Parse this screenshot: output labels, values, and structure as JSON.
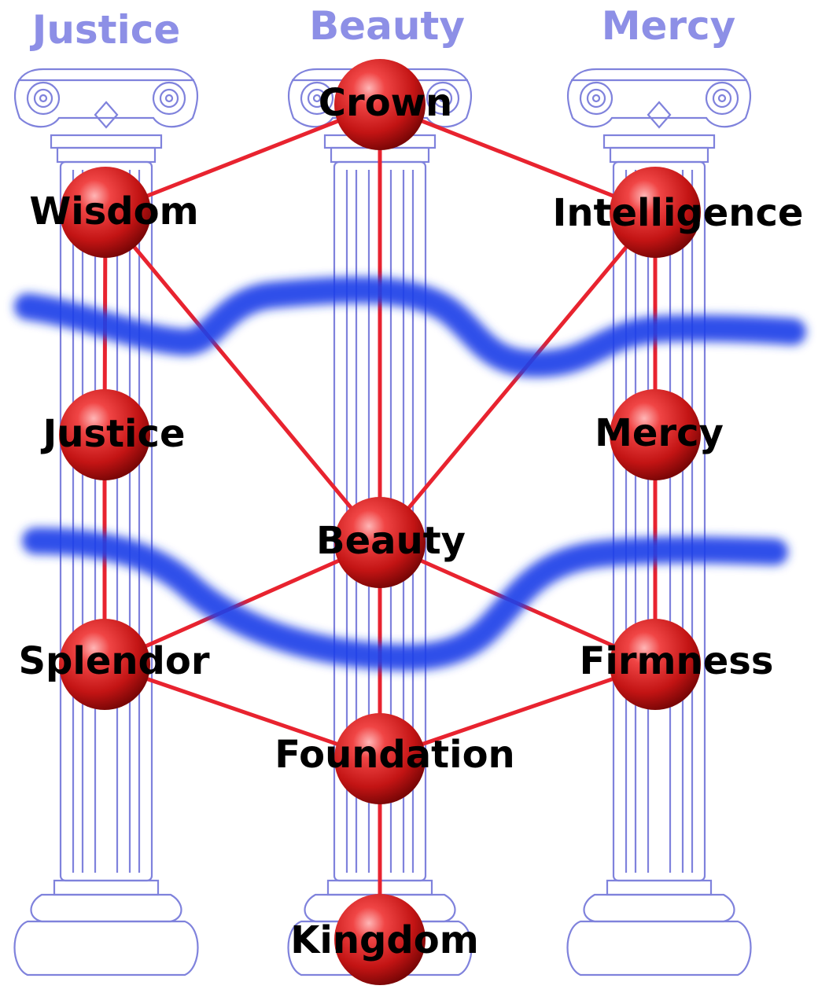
{
  "pillars": [
    {
      "id": "left",
      "title": "Justice"
    },
    {
      "id": "middle",
      "title": "Beauty"
    },
    {
      "id": "right",
      "title": "Mercy"
    }
  ],
  "nodes": [
    {
      "id": "crown",
      "label": "Crown"
    },
    {
      "id": "wisdom",
      "label": "Wisdom"
    },
    {
      "id": "intelligence",
      "label": "Intelligence"
    },
    {
      "id": "justice",
      "label": "Justice"
    },
    {
      "id": "mercy",
      "label": "Mercy"
    },
    {
      "id": "beauty",
      "label": "Beauty"
    },
    {
      "id": "splendor",
      "label": "Splendor"
    },
    {
      "id": "firmness",
      "label": "Firmness"
    },
    {
      "id": "foundation",
      "label": "Foundation"
    },
    {
      "id": "kingdom",
      "label": "Kingdom"
    }
  ],
  "edges": [
    [
      "crown",
      "wisdom"
    ],
    [
      "crown",
      "intelligence"
    ],
    [
      "crown",
      "beauty"
    ],
    [
      "wisdom",
      "justice"
    ],
    [
      "wisdom",
      "beauty"
    ],
    [
      "intelligence",
      "mercy"
    ],
    [
      "intelligence",
      "beauty"
    ],
    [
      "justice",
      "splendor"
    ],
    [
      "mercy",
      "firmness"
    ],
    [
      "beauty",
      "splendor"
    ],
    [
      "beauty",
      "firmness"
    ],
    [
      "beauty",
      "foundation"
    ],
    [
      "splendor",
      "foundation"
    ],
    [
      "firmness",
      "foundation"
    ],
    [
      "foundation",
      "kingdom"
    ]
  ],
  "colors": {
    "pillar": "#7f82dc",
    "pillar_title": "#8d8fe6",
    "edge": "#e8232f",
    "sphere": "#d81e1e",
    "veil": "#1c3fe8"
  }
}
